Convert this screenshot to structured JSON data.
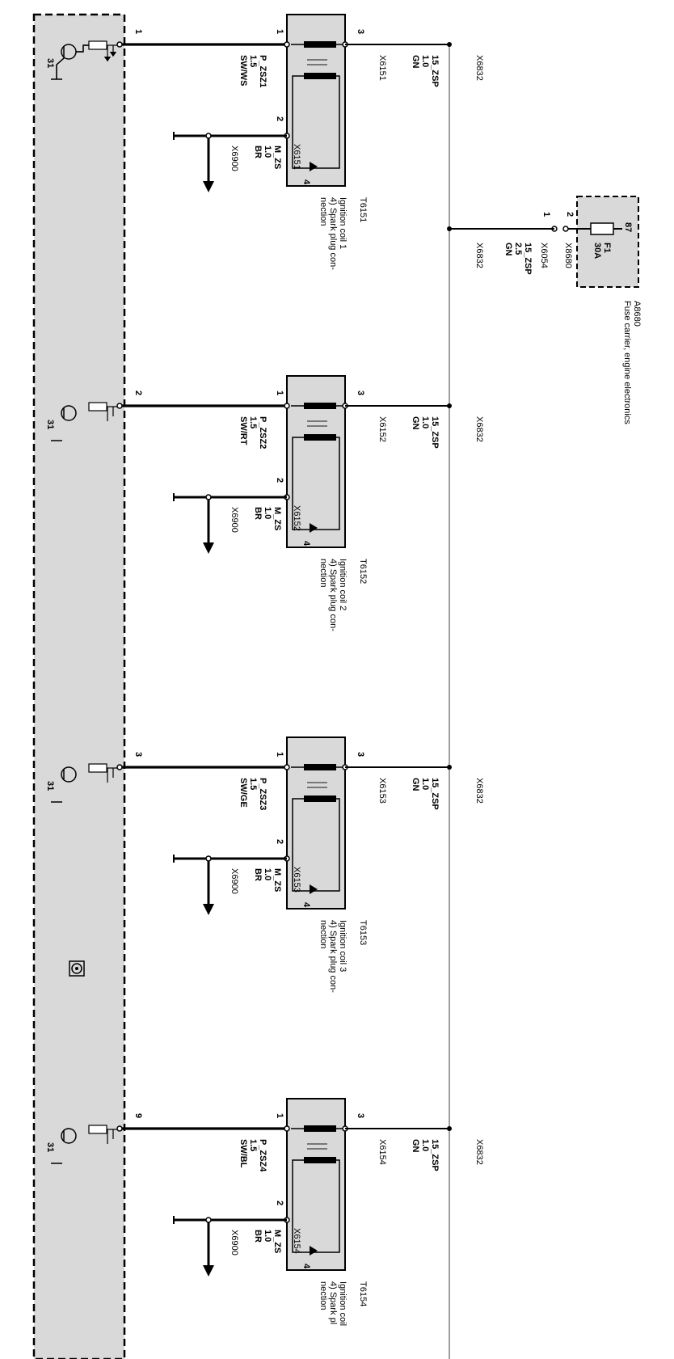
{
  "supply_connector": "X6832",
  "fuse": {
    "component": "A8680",
    "description": "Fuse carrier, engine electronics",
    "fuse_no": "F1",
    "rating": "30A",
    "pin_top": "87",
    "connector": "X8680",
    "pin_in": "2",
    "splice_pin": "1",
    "wire_connector": "X6054",
    "wire_signal": "15_ZSP",
    "wire_size": "2.5",
    "wire_color": "GN"
  },
  "ground_connector": "X6900",
  "transistor_label": "31",
  "coils": [
    {
      "id": "T6151",
      "desc": "Ignition coil 1",
      "note": "4) Spark plug con-",
      "note2": "nection",
      "connector": "X6151",
      "ecu_pin": "1",
      "sig_name": "P_ZSZ1",
      "sig_size": "1.5",
      "sig_color": "SW/WS",
      "gnd_name": "M_ZS",
      "gnd_size": "1.0",
      "gnd_color": "BR",
      "sup_name": "15_ZSP",
      "sup_size": "1.0",
      "sup_color": "GN",
      "pin1": "1",
      "pin2": "2",
      "pin3": "3",
      "pin4": "4"
    },
    {
      "id": "T6152",
      "desc": "Ignition coil 2",
      "note": "4) Spark plug con-",
      "note2": "nection",
      "connector": "X6152",
      "ecu_pin": "2",
      "sig_name": "P_ZSZ2",
      "sig_size": "1.5",
      "sig_color": "SW/RT",
      "gnd_name": "M_ZS",
      "gnd_size": "1.0",
      "gnd_color": "BR",
      "sup_name": "15_ZSP",
      "sup_size": "1.0",
      "sup_color": "GN",
      "pin1": "1",
      "pin2": "2",
      "pin3": "3",
      "pin4": "4"
    },
    {
      "id": "T6153",
      "desc": "Ignition coil 3",
      "note": "4) Spark plug con-",
      "note2": "nection",
      "connector": "X6153",
      "ecu_pin": "3",
      "sig_name": "P_ZSZ3",
      "sig_size": "1.5",
      "sig_color": "SW/GE",
      "gnd_name": "M_ZS",
      "gnd_size": "1.0",
      "gnd_color": "BR",
      "sup_name": "15_ZSP",
      "sup_size": "1.0",
      "sup_color": "GN",
      "pin1": "1",
      "pin2": "2",
      "pin3": "3",
      "pin4": "4"
    },
    {
      "id": "T6154",
      "desc": "Ignition coil",
      "note": "4) Spark pl",
      "note2": "nection",
      "connector": "X6154",
      "ecu_pin": "9",
      "sig_name": "P_ZSZ4",
      "sig_size": "1.5",
      "sig_color": "SW/BL",
      "gnd_name": "M_ZS",
      "gnd_size": "1.0",
      "gnd_color": "BR",
      "sup_name": "15_ZSP",
      "sup_size": "1.0",
      "sup_color": "GN",
      "pin1": "1",
      "pin2": "2",
      "pin3": "3",
      "pin4": "4"
    }
  ],
  "colors": {
    "ecu_fill": "#d9d9d9",
    "coil_fill": "#d9d9d9",
    "wire": "#000000",
    "thin_line": "#808080"
  }
}
